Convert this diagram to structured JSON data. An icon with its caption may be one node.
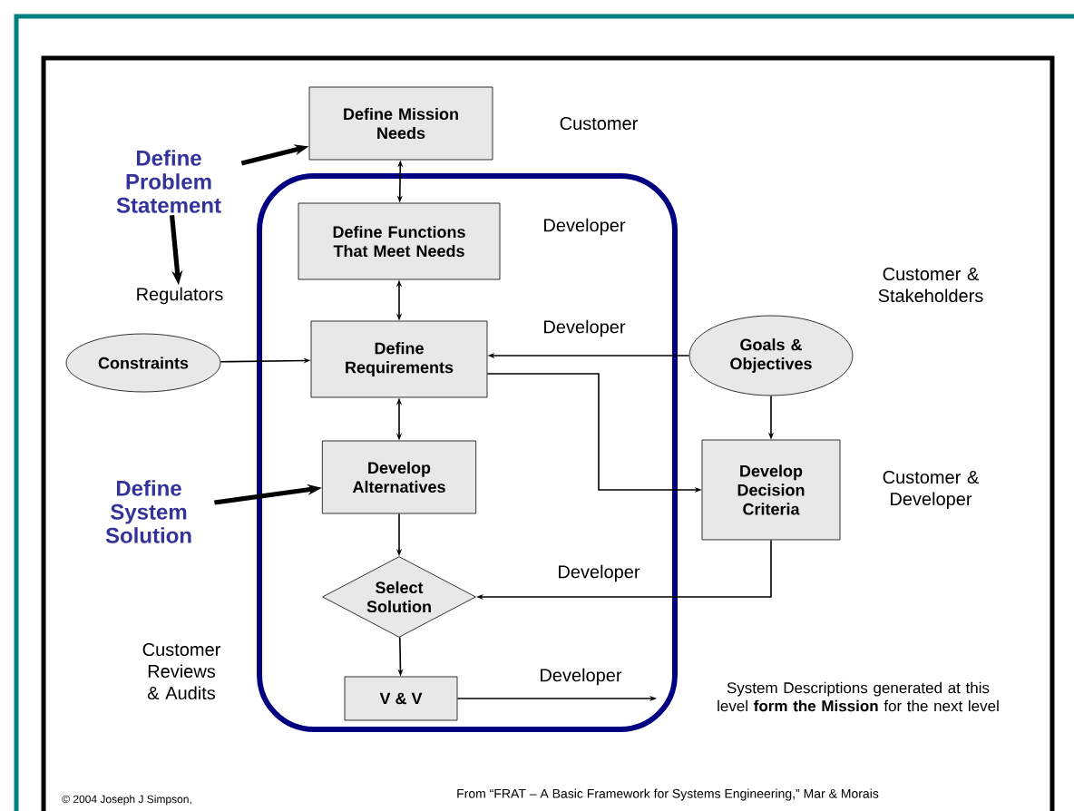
{
  "diagram": {
    "nodes": [
      {
        "text": [
          "Define Problem Statement"
        ]
      },
      {
        "text": [
          "Define Mission Needs"
        ]
      },
      {
        "text": [],
        "shape": "box"
      },
      {
        "text": [
          "Define Functions That Meet Needs"
        ],
        "in": 2
      },
      {
        "text": [
          "Define Requirements"
        ],
        "in": 2
      },
      {
        "text": [
          "Develop Alternatives"
        ],
        "in": 2
      },
      {
        "text": [
          "Select Solution"
        ],
        "in": 2
      },
      {
        "text": [
          "V & V"
        ],
        "in": 2
      },
      {
        "text": [
          "Regulators"
        ]
      },
      {
        "text": [
          "Constraints"
        ]
      },
      {
        "text": [
          "Goals & Objectives"
        ]
      },
      {
        "text": [
          "Develop Decision Criteria"
        ]
      },
      {
        "text": [
          "Define System Solution"
        ]
      }
    ],
    "edges": [
      {
        "from": 0,
        "to": 1,
        "arrow": "to",
        "style": "thick"
      },
      {
        "from": 0,
        "to": 8,
        "arrow": "to",
        "style": "thick"
      },
      {
        "from": 1,
        "to": 3,
        "arrow": "both"
      },
      {
        "from": 3,
        "to": 4,
        "arrow": "both"
      },
      {
        "from": 9,
        "to": 4,
        "arrow": "to"
      },
      {
        "from": 10,
        "to": 4,
        "arrow": "to",
        "label": "Developer"
      },
      {
        "from": 4,
        "to": 5,
        "arrow": "both"
      },
      {
        "from": 4,
        "to": 11,
        "arrow": "to"
      },
      {
        "from": 10,
        "to": 11,
        "arrow": "to"
      },
      {
        "from": 5,
        "to": 6,
        "arrow": "to"
      },
      {
        "from": 11,
        "to": 6,
        "arrow": "to",
        "label": "Developer"
      },
      {
        "from": 6,
        "to": 7,
        "arrow": "to"
      },
      {
        "from": 7,
        "to": null,
        "arrow": "to",
        "label": "Developer"
      },
      {
        "from": 12,
        "to": 5,
        "arrow": "to",
        "style": "thick"
      }
    ],
    "labels": [
      "Customer",
      "Developer",
      "Customer & Stakeholders",
      "Customer & Developer",
      "Customer Reviews & Audits",
      "System Descriptions generated at this level **form the Mission** for the next level",
      "© 2004 Joseph J Simpson,",
      "From “FRAT – A Basic Framework for Systems Engineering,” Mar & Morais"
    ]
  }
}
